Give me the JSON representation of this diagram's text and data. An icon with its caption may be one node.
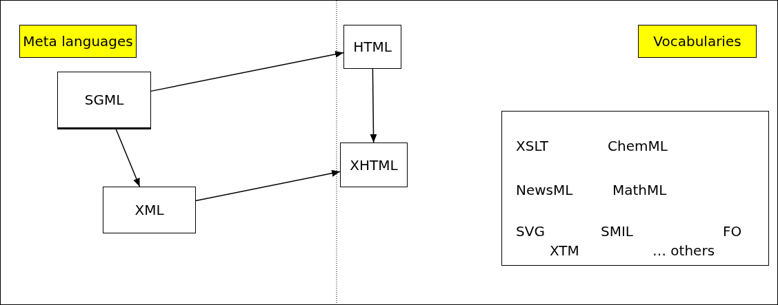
{
  "diagram": {
    "nodes": [
      {
        "text": [
          "Meta languages"
        ]
      },
      {
        "text": [
          "Vocabularies"
        ]
      },
      {
        "text": [
          "HTML"
        ]
      },
      {
        "text": [
          "SGML"
        ]
      },
      {
        "text": [
          "XHTML"
        ]
      },
      {
        "text": [
          "XML"
        ]
      },
      {
        "text": [
          "XSLT",
          "ChemML",
          "NewsML",
          "MathML",
          "SVG",
          "SMIL",
          "FO",
          "XTM",
          "… others"
        ]
      }
    ],
    "edges": [
      {
        "from": 3,
        "to": 2,
        "arrow": "to"
      },
      {
        "from": 3,
        "to": 5,
        "arrow": "to"
      },
      {
        "from": 2,
        "to": 4,
        "arrow": "to"
      },
      {
        "from": 5,
        "to": 4,
        "arrow": "to"
      }
    ]
  }
}
